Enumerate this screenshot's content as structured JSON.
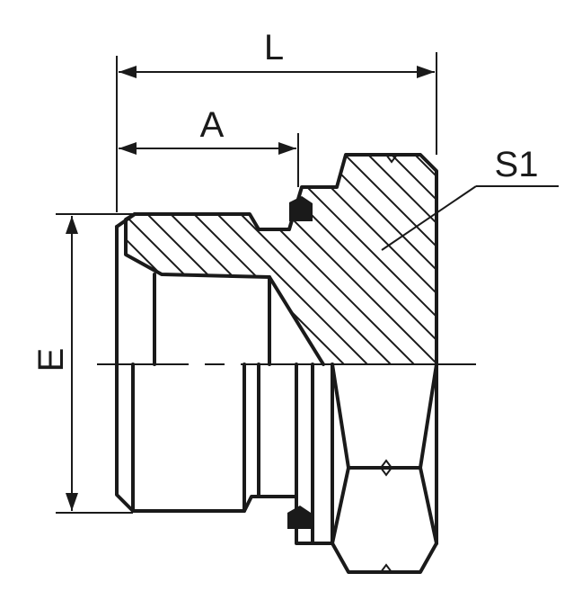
{
  "drawing": {
    "labels": {
      "length": "L",
      "thread_length": "A",
      "thread_diameter": "E",
      "hex_size": "S1"
    },
    "colors": {
      "line": "#1a1a1a",
      "background": "#ffffff"
    }
  }
}
